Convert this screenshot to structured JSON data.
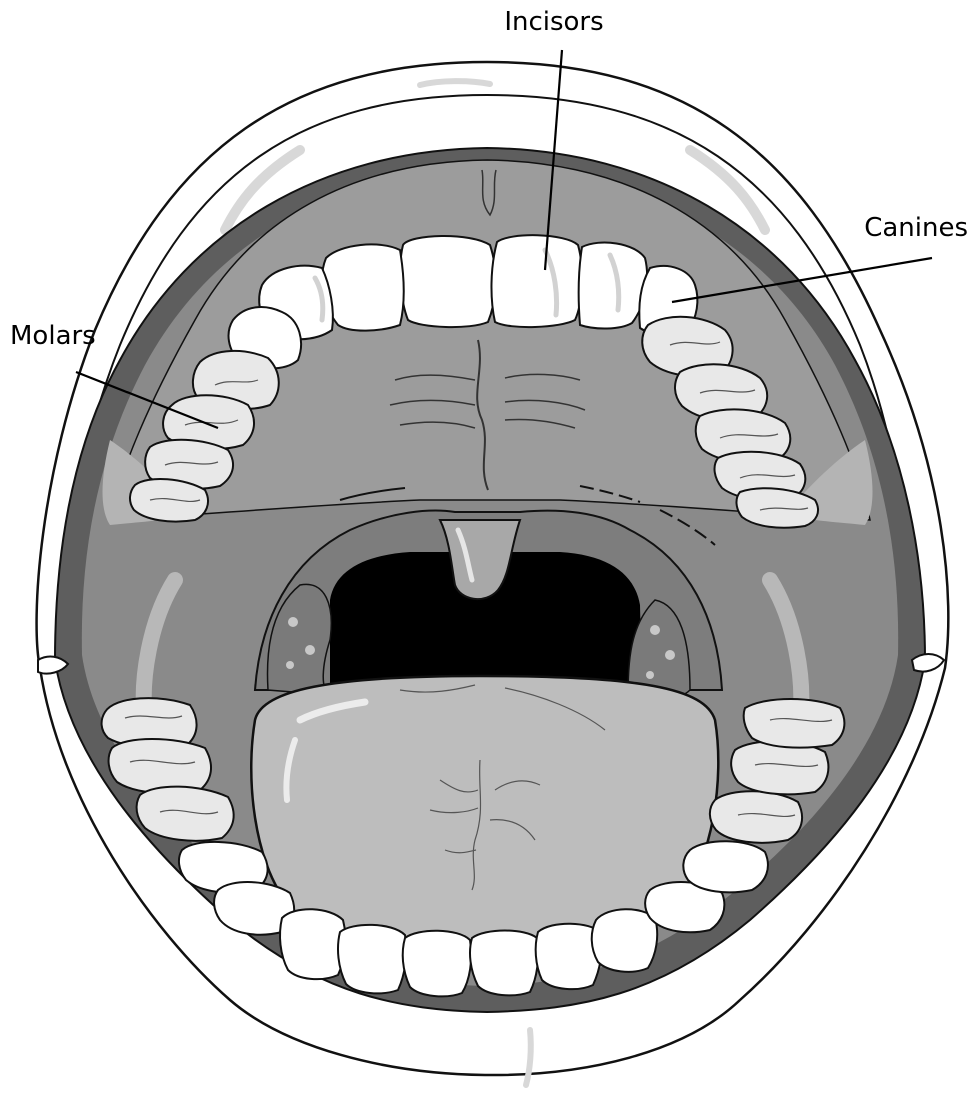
{
  "labels": {
    "incisors": "Incisors",
    "canines": "Canines",
    "molars": "Molars"
  },
  "colors": {
    "background": "#ffffff",
    "outline": "#111111",
    "lip": "#ffffff",
    "mouth_dark": "#5e5e5e",
    "mouth_mid": "#8a8a8a",
    "palate": "#9c9c9c",
    "gum": "#b4b4b4",
    "tooth": "#ffffff",
    "tooth_shadow": "#d2d2d2",
    "throat": "#000000",
    "tongue": "#bdbdbd",
    "tonsil": "#7d7d7d"
  }
}
